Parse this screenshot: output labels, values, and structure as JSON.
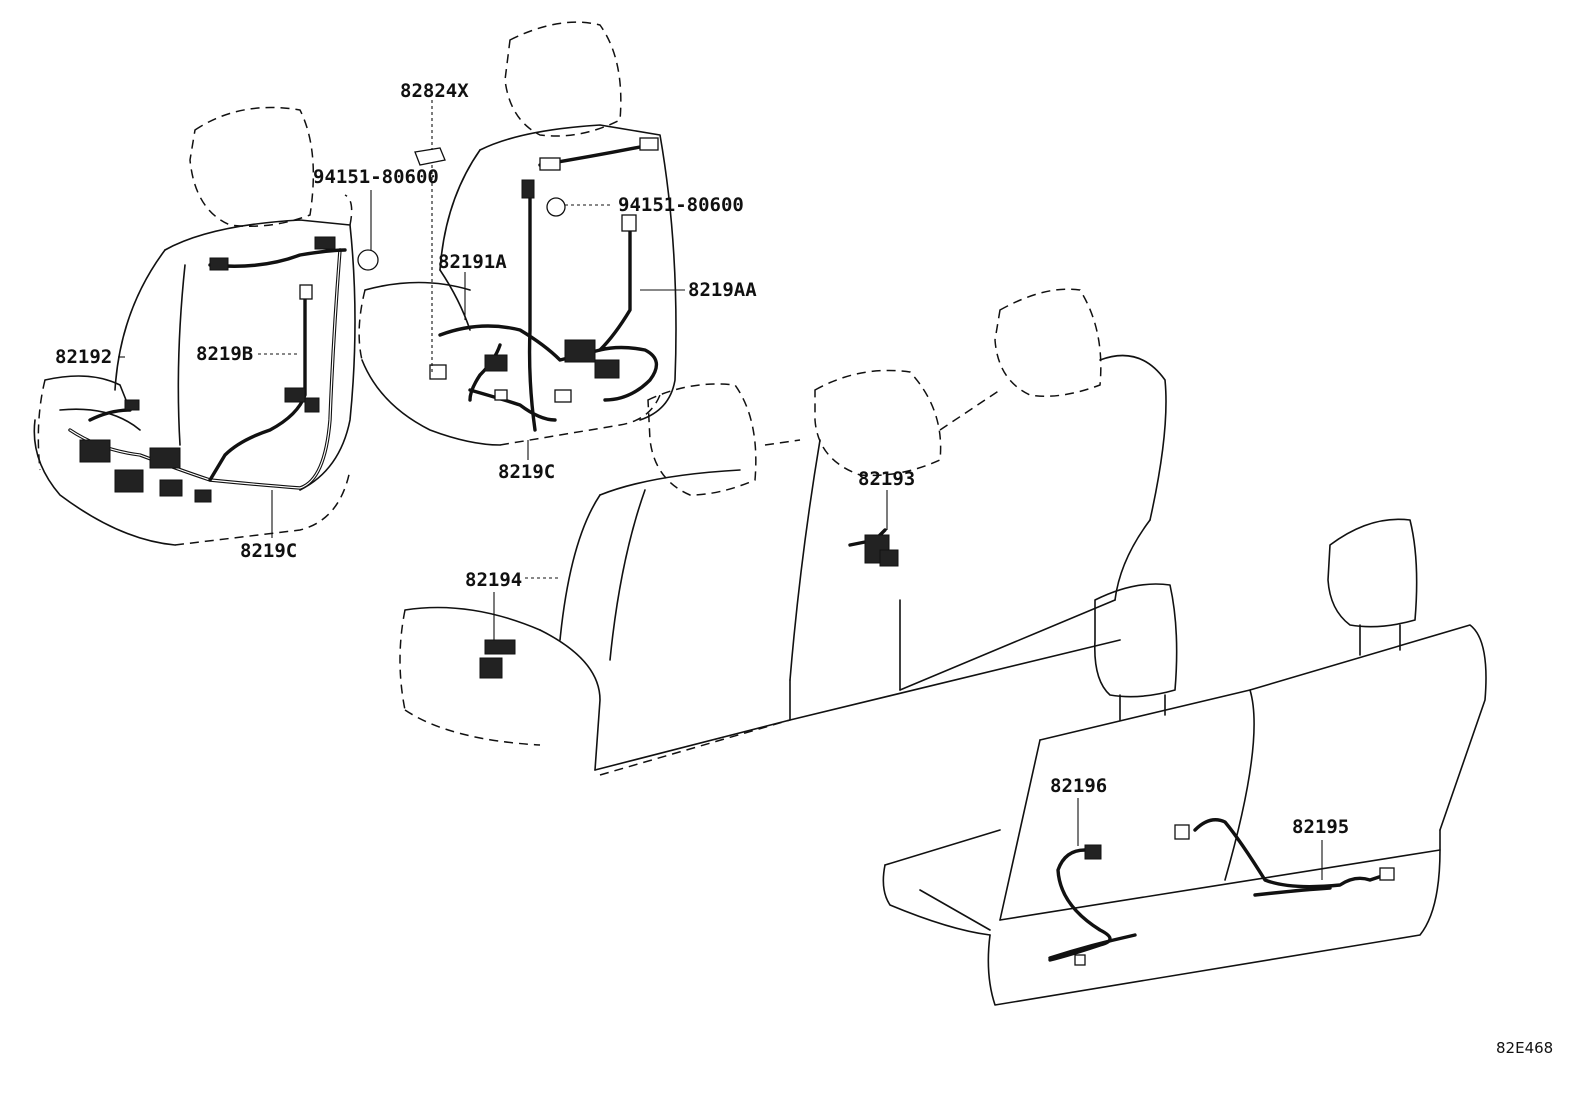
{
  "parts": [
    {
      "id": "82824X",
      "label": "82824X"
    },
    {
      "id": "94151-80600-a",
      "label": "94151-80600"
    },
    {
      "id": "94151-80600-b",
      "label": "94151-80600"
    },
    {
      "id": "82191A",
      "label": "82191A"
    },
    {
      "id": "8219AA",
      "label": "8219AA"
    },
    {
      "id": "82192",
      "label": "82192"
    },
    {
      "id": "8219B",
      "label": "8219B"
    },
    {
      "id": "8219C-a",
      "label": "8219C"
    },
    {
      "id": "8219C-b",
      "label": "8219C"
    },
    {
      "id": "82193",
      "label": "82193"
    },
    {
      "id": "82194",
      "label": "82194"
    },
    {
      "id": "82196",
      "label": "82196"
    },
    {
      "id": "82195",
      "label": "82195"
    }
  ],
  "diagram_code": "82E468"
}
